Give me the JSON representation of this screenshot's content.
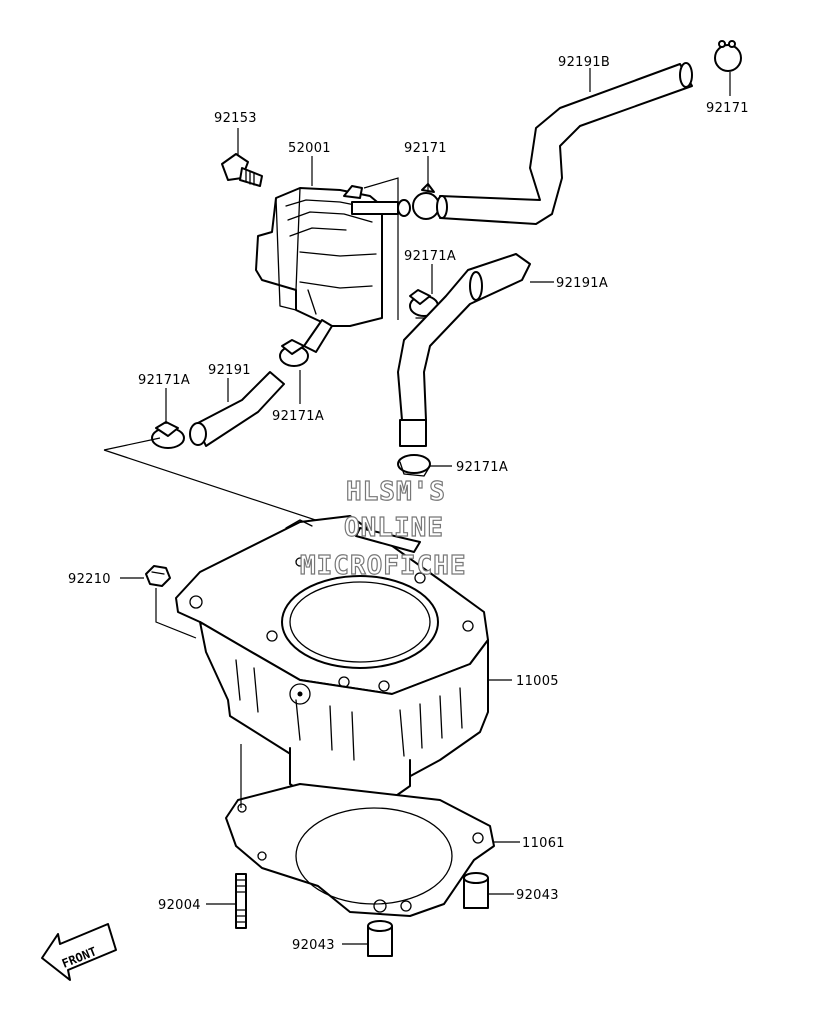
{
  "labels": {
    "p92191B": "92191B",
    "p92171_top": "92171",
    "p92153": "92153",
    "p52001": "52001",
    "p92171_mid": "92171",
    "p92171A_upper": "92171A",
    "p92191A": "92191A",
    "p92171A_left": "92171A",
    "p92191": "92191",
    "p92171A_center": "92171A",
    "p92171A_right": "92171A",
    "p92210": "92210",
    "p11005": "11005",
    "p11061": "11061",
    "p92004": "92004",
    "p92043_right": "92043",
    "p92043_bottom": "92043"
  },
  "watermark": {
    "line1": "HLSM'S",
    "line2": "ONLINE",
    "line3": "MICROFICHE"
  },
  "front_badge": "FRONT"
}
